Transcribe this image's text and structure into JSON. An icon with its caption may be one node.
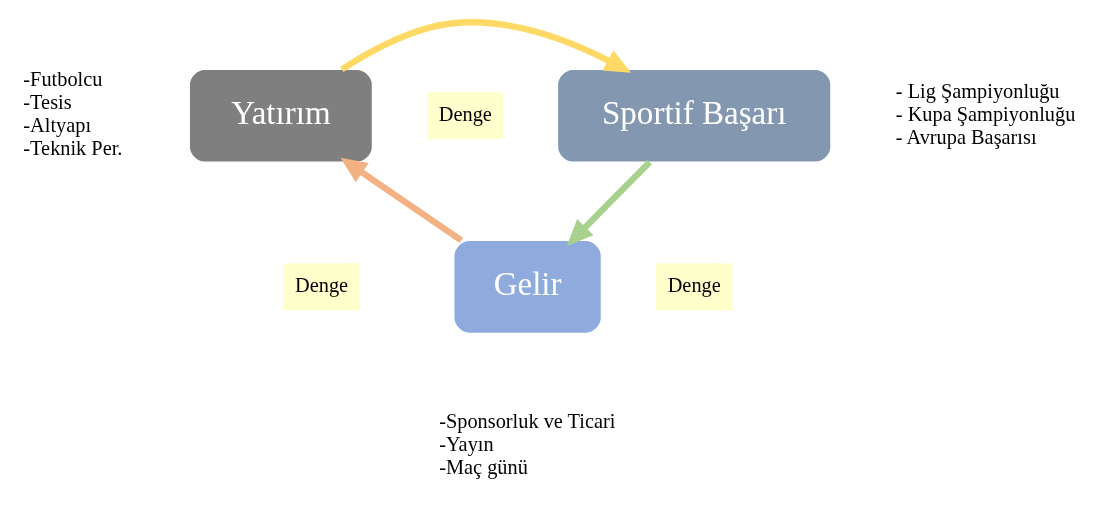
{
  "diagram": {
    "nodes": [
      {
        "text": [
          "Yatırım"
        ],
        "beside": [
          "-Futbolcu",
          "-Tesis",
          "-Altyapı",
          "-Teknik Per."
        ]
      },
      {
        "text": [
          "Sportif Başarı"
        ],
        "beside": [
          "- Lig Şampiyonluğu",
          "- Kupa Şampiyonluğu",
          "- Avrupa Başarısı"
        ]
      },
      {
        "text": [
          "Gelir"
        ],
        "beside": [
          "-Sponsorluk ve Ticari",
          "-Yayın",
          "-Maç günü"
        ]
      }
    ],
    "edges": [
      {
        "from": 0,
        "to": 1,
        "arrow": "to",
        "color": "#ffd966"
      },
      {
        "from": 1,
        "to": 2,
        "arrow": "to",
        "color": "#a9d18e"
      },
      {
        "from": 2,
        "to": 0,
        "arrow": "to",
        "color": "#f4b183"
      }
    ],
    "labels": [
      "Denge",
      "Denge",
      "Denge"
    ]
  }
}
